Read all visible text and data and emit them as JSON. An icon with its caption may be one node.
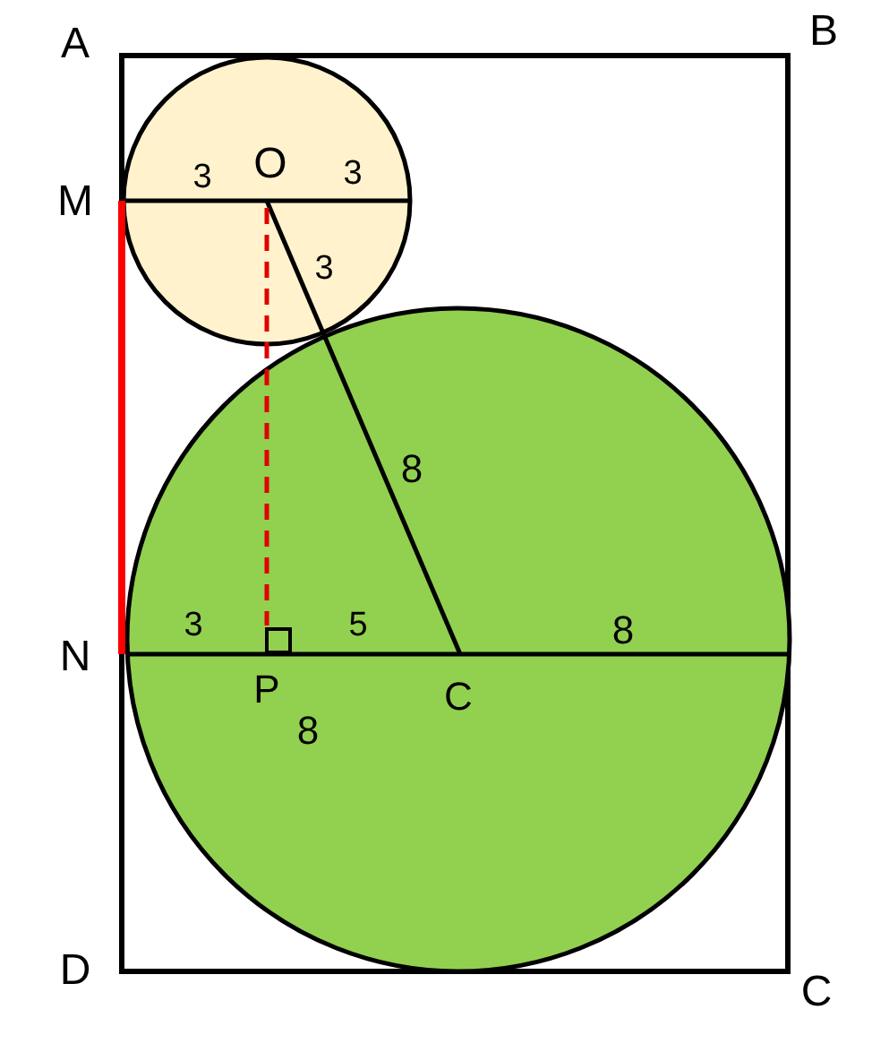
{
  "diagram": {
    "labels": [
      "A",
      "B",
      "M",
      "3",
      "O",
      "3",
      "3",
      "8",
      "N",
      "3",
      "5",
      "8",
      "P",
      "C",
      "8",
      "D",
      "C"
    ]
  }
}
